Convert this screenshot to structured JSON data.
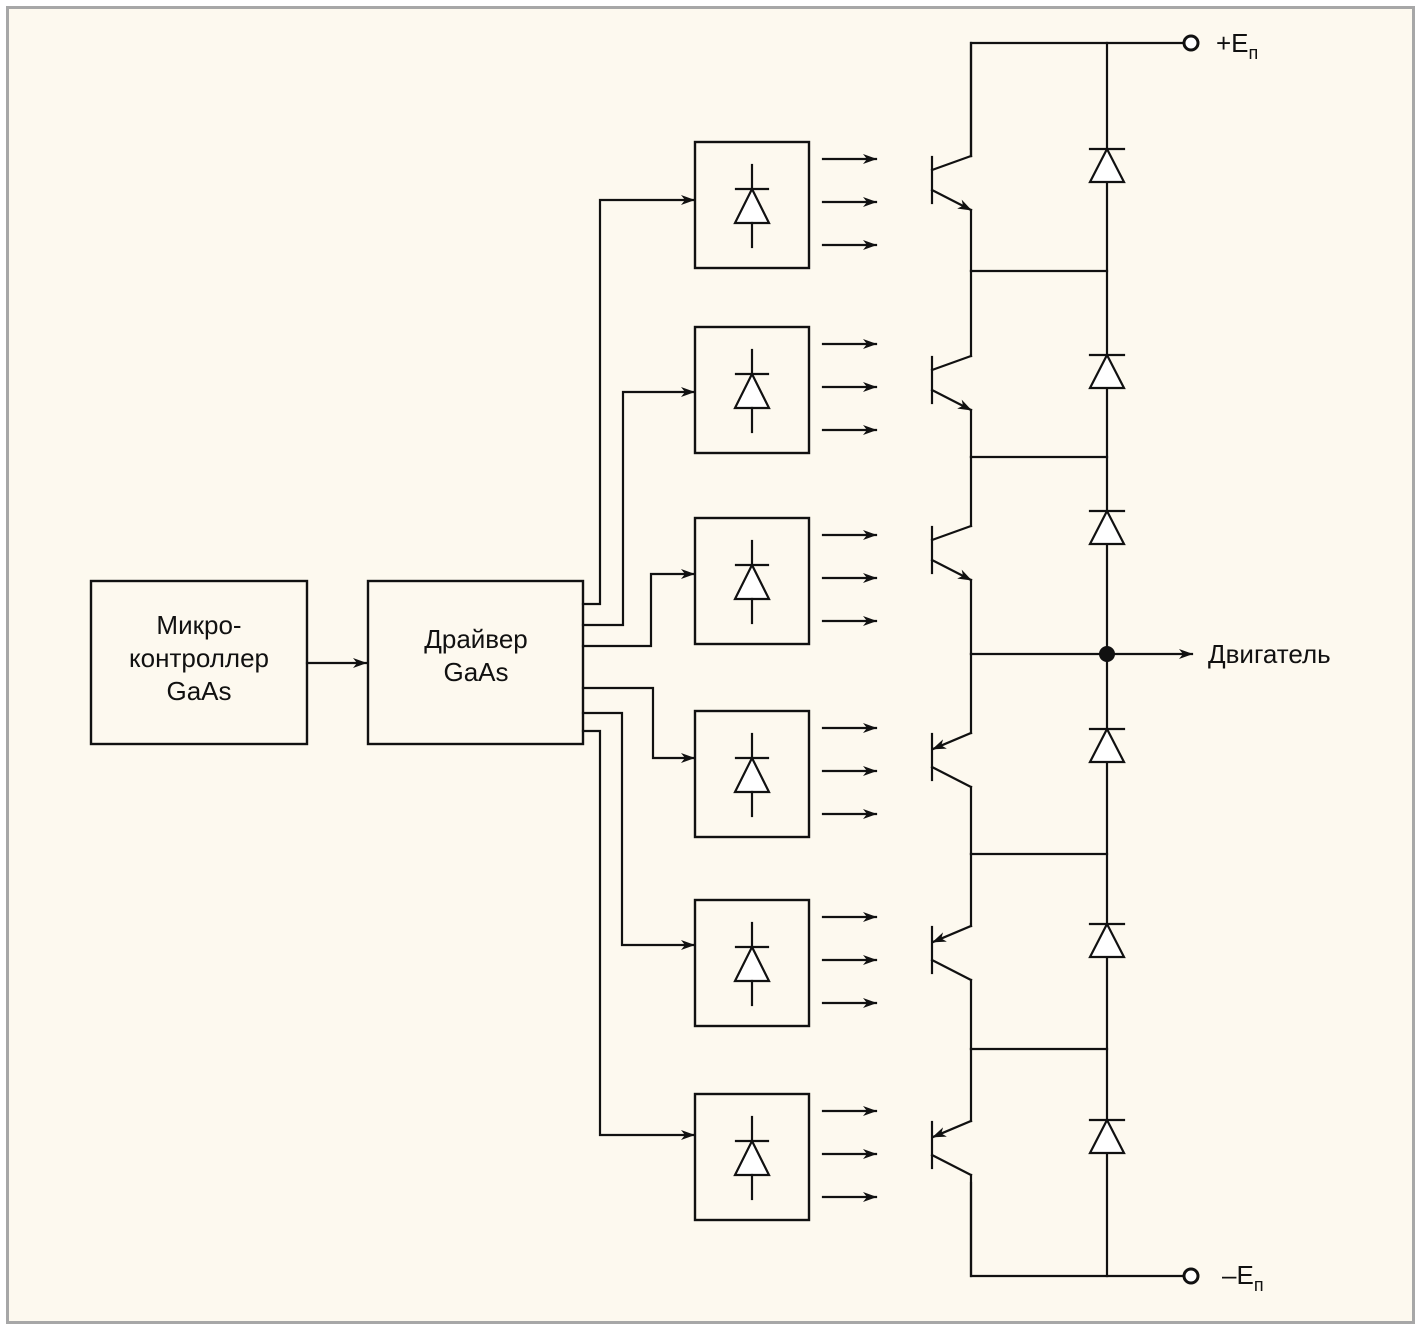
{
  "diagram": {
    "title": "",
    "colors": {
      "background": "#fdf9ef",
      "border": "#a7a7a7",
      "stroke": "#111111"
    },
    "blocks": {
      "microcontroller": {
        "lines": [
          "Микро-",
          "контроллер",
          "GaAs"
        ]
      },
      "driver": {
        "lines": [
          "Драйвер",
          "GaAs"
        ]
      }
    },
    "optocouplers": {
      "count": 6,
      "symbol": "photodiode-icon",
      "light_arrows_each": 3
    },
    "transistor_stack": {
      "upper": {
        "count": 3,
        "type": "npn"
      },
      "lower": {
        "count": 3,
        "type": "pnp"
      },
      "freewheel_diodes": 6
    },
    "terminals": {
      "positive": {
        "prefix": "+E",
        "subscript": "п"
      },
      "negative": {
        "prefix": "–E",
        "subscript": "п"
      }
    },
    "output": {
      "label": "Двигатель"
    }
  }
}
